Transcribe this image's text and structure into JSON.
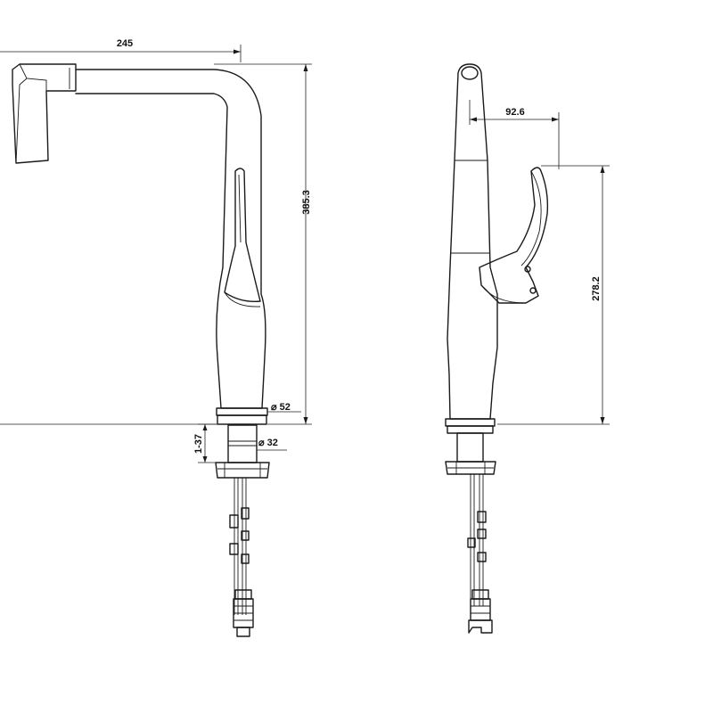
{
  "dimensions": {
    "spout_reach": "245",
    "total_height": "385.3",
    "base_diameter": "⌀ 52",
    "shank_diameter": "⌀ 32",
    "deck_thickness": "1-37",
    "handle_offset": "92.6",
    "spout_height": "278.2"
  }
}
